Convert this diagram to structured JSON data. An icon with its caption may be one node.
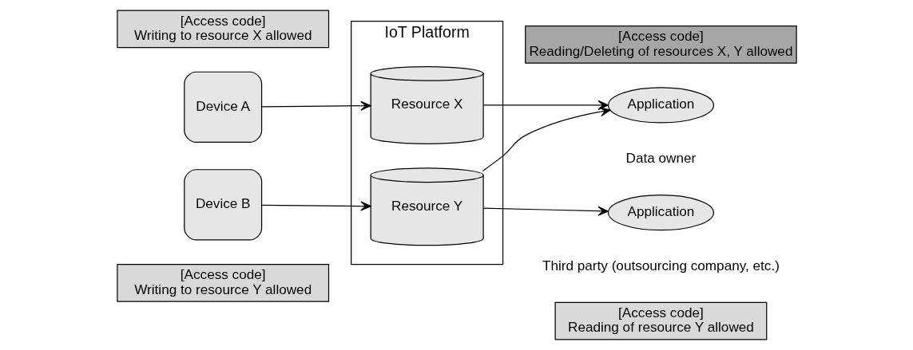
{
  "diagram": {
    "nodes": [
      {
        "text": [
          "IoT Platform"
        ]
      },
      {
        "text": [
          "Resource X"
        ],
        "in": 0
      },
      {
        "text": [
          "Resource Y"
        ],
        "in": 0
      },
      {
        "text": [
          "[Access code]",
          "Writing to resource X allowed"
        ]
      },
      {
        "text": [
          "Device A"
        ]
      },
      {
        "text": [
          "Device B"
        ]
      },
      {
        "text": [
          "[Access code]",
          "Writing to resource Y allowed"
        ]
      },
      {
        "text": [
          "[Access code]",
          "Reading/Deleting of resources X, Y allowed"
        ]
      },
      {
        "text": [
          "Application"
        ],
        "beside": [
          "Data owner"
        ]
      },
      {
        "text": [
          "Application"
        ],
        "beside": [
          "Third party (outsourcing company, etc.)"
        ]
      },
      {
        "text": [
          "[Access code]",
          "Reading of resource Y allowed"
        ]
      }
    ],
    "edges": [
      {
        "from": 4,
        "to": 1,
        "arrow": "to"
      },
      {
        "from": 5,
        "to": 2,
        "arrow": "to"
      },
      {
        "from": 1,
        "to": 8,
        "arrow": "to"
      },
      {
        "from": 2,
        "to": 8,
        "arrow": "to"
      },
      {
        "from": 2,
        "to": 9,
        "arrow": "to"
      }
    ]
  }
}
